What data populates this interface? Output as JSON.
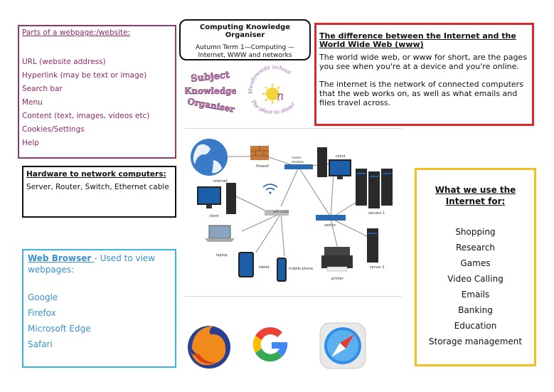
{
  "parts": {
    "heading": "Parts of a webpage:/website:",
    "items": [
      "URL (website address)",
      "Hyperlink (may be text or image)",
      "Search bar",
      "Menu",
      "Content (text, images, videos etc)",
      "Cookies/Settings",
      "Help"
    ]
  },
  "title": {
    "main": "Computing Knowledge Organiser",
    "sub_line1": "Autumn Term 1—Computing —",
    "sub_line2": "Internet, WWW and networks"
  },
  "logos": {
    "subject": [
      "Subject",
      "Knowledge",
      "Organiser"
    ],
    "school_name": "Meadowside School",
    "school_tagline": "The place to shine!"
  },
  "difference": {
    "heading": "The difference between the Internet and the World Wide Web (www)",
    "para1": "The world wide web, or www for short, are the pages you see when you're at a device and you're online.",
    "para2": "The internet is the network of connected computers that the web works on, as well as what emails and files travel across."
  },
  "hardware": {
    "heading": "Hardware to network computers:",
    "text": "Server, Router, Switch, Ethernet cable"
  },
  "network_labels": {
    "internet": "internet",
    "firewall": "firewall",
    "router_modem_1": "router",
    "router_modem_2": "modem",
    "client_top": "client",
    "client_left": "client",
    "wifi_router": "wifi router",
    "laptop": "laptop",
    "tablet": "tablet",
    "mobile_phone": "mobile phone",
    "switch": "switch",
    "printer": "printer",
    "servers_1": "servers 1",
    "server_2": "server 2"
  },
  "browser": {
    "heading_underlined": "Web Browser ",
    "heading_rest": " - Used to view webpages:",
    "items": [
      "Google",
      "Firefox",
      "Microsoft Edge",
      "Safari"
    ]
  },
  "uses": {
    "heading_line1": "What we use the",
    "heading_line2": "Internet for:",
    "items": [
      "Shopping",
      "Research",
      "Games",
      "Video Calling",
      "Emails",
      "Banking",
      "Education",
      "Storage management"
    ]
  },
  "icons": [
    "firefox-icon",
    "google-icon",
    "safari-icon"
  ],
  "colors": {
    "parts_border": "#8e3a6e",
    "difference_border": "#d42c2c",
    "browser_border": "#39b5e0",
    "uses_border": "#f0c020"
  }
}
